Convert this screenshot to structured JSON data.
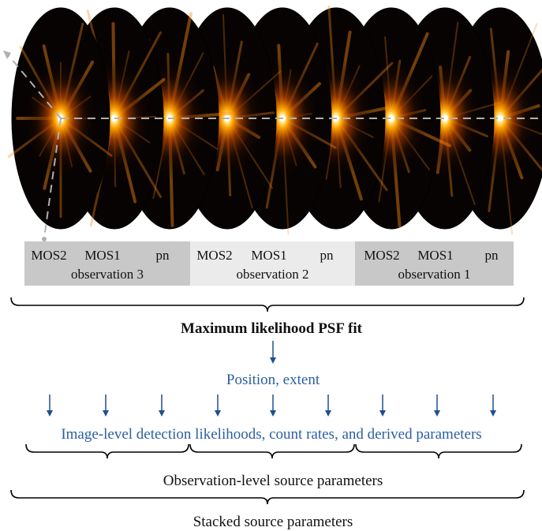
{
  "observations": [
    {
      "label": "observation 3",
      "cameras": [
        "MOS2",
        "MOS1",
        "pn"
      ],
      "shade": "#c8c8c8"
    },
    {
      "label": "observation 2",
      "cameras": [
        "MOS2",
        "MOS1",
        "pn"
      ],
      "shade": "#ebebeb"
    },
    {
      "label": "observation 1",
      "cameras": [
        "MOS2",
        "MOS1",
        "pn"
      ],
      "shade": "#c8c8c8"
    }
  ],
  "fit_title": "Maximum likelihood PSF fit",
  "position_label": "Position, extent",
  "image_level_label": "Image-level detection likelihoods, count rates, and derived parameters",
  "observation_level_label": "Observation-level source parameters",
  "stacked_label": "Stacked source parameters",
  "colors": {
    "arrow": "#1f4f8f",
    "blue_text": "#2b5fa0",
    "psf_core": "#ffffff",
    "psf_glow": "#ff8c00",
    "dashed_axis": "#b0b0b0"
  }
}
